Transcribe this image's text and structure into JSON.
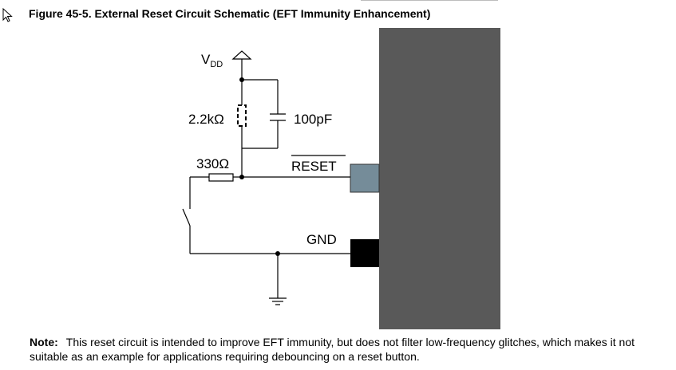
{
  "figure": {
    "title": "Figure 45-5. External Reset Circuit Schematic (EFT Immunity Enhancement)"
  },
  "schematic": {
    "vdd_label": "V",
    "vdd_subscript": "DD",
    "resistor_pullup_label": "2.2kΩ",
    "capacitor_label": "100pF",
    "resistor_series_label": "330Ω",
    "reset_label": "RESET",
    "gnd_label": "GND",
    "colors": {
      "chip_body": "#595959",
      "reset_pin": "#758c99",
      "gnd_pin": "#000000",
      "wire": "#000000"
    }
  },
  "note": {
    "label": "Note:",
    "text": "This reset circuit is intended to improve EFT immunity, but does not filter low-frequency glitches, which makes it not suitable as an example for applications requiring debouncing on a reset button."
  }
}
